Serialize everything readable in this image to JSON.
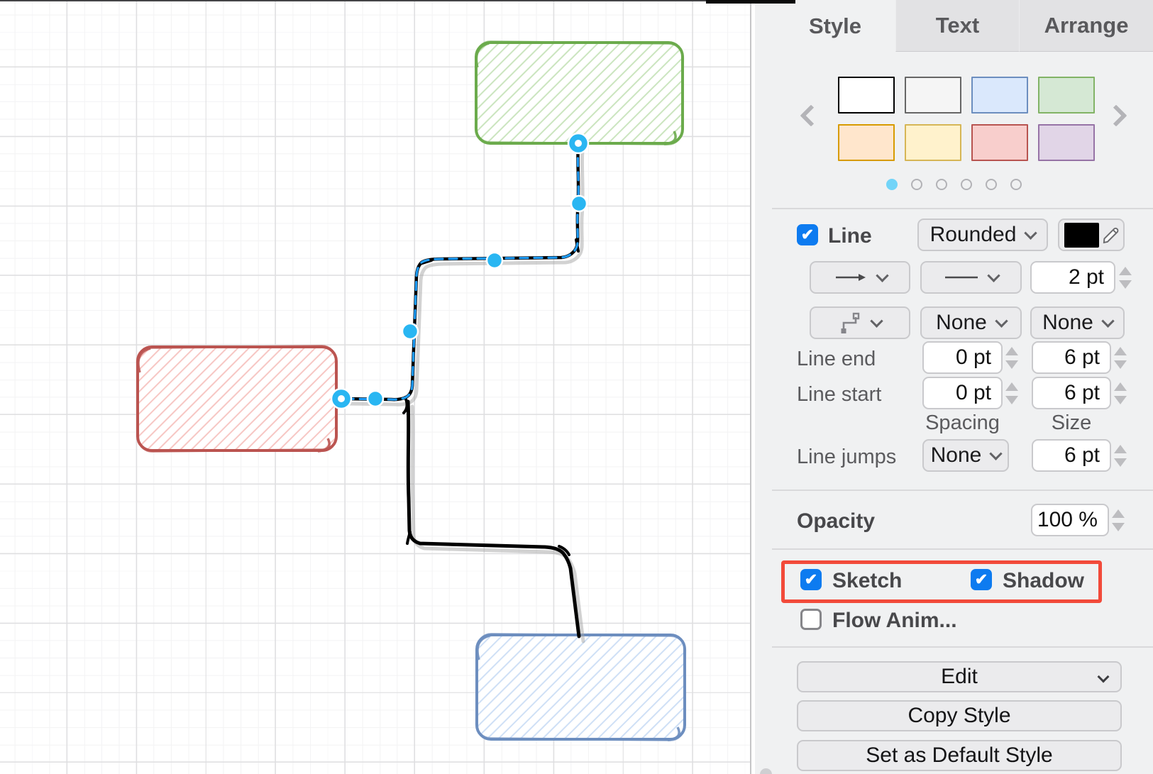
{
  "canvas": {
    "nodes": {
      "green": {
        "stroke": "#6cab4c",
        "hatch": "#cbe5bf"
      },
      "red": {
        "stroke": "#bb5451",
        "hatch": "#f7c7c4"
      },
      "blue": {
        "stroke": "#6d8ebf",
        "hatch": "#cfe0f6"
      }
    },
    "edge": {
      "color": "#000000",
      "shadow": "#a6a6a6"
    },
    "selection": {
      "dash": "#1e9bf5",
      "handle": "#29b6f2"
    }
  },
  "panel": {
    "tabs": [
      {
        "label": "Style",
        "active": true
      },
      {
        "label": "Text",
        "active": false
      },
      {
        "label": "Arrange",
        "active": false
      }
    ],
    "presets": {
      "swatches": [
        {
          "fill": "#ffffff",
          "stroke": "#000000"
        },
        {
          "fill": "#f5f5f5",
          "stroke": "#666666"
        },
        {
          "fill": "#dae8fc",
          "stroke": "#6c8ebf"
        },
        {
          "fill": "#d5e8d4",
          "stroke": "#82b366"
        },
        {
          "fill": "#ffe6cc",
          "stroke": "#d79b00"
        },
        {
          "fill": "#fff2cc",
          "stroke": "#d6b656"
        },
        {
          "fill": "#f8cecc",
          "stroke": "#b85450"
        },
        {
          "fill": "#e1d5e7",
          "stroke": "#9673a6"
        }
      ],
      "pages": 6,
      "active_page": 0
    },
    "line": {
      "label": "Line",
      "checked": true,
      "style": "Rounded",
      "color": "#000000",
      "width": "2 pt",
      "none_a": "None",
      "none_b": "None"
    },
    "line_end": {
      "label": "Line end",
      "spacing": "0 pt",
      "size": "6 pt"
    },
    "line_start": {
      "label": "Line start",
      "spacing": "0 pt",
      "size": "6 pt"
    },
    "columns": {
      "spacing": "Spacing",
      "size": "Size"
    },
    "line_jumps": {
      "label": "Line jumps",
      "value": "None",
      "size": "6 pt"
    },
    "opacity": {
      "label": "Opacity",
      "value": "100 %"
    },
    "toggles": {
      "sketch": {
        "label": "Sketch",
        "checked": true
      },
      "shadow": {
        "label": "Shadow",
        "checked": true
      },
      "flow_anim": {
        "label": "Flow Anim...",
        "checked": false
      },
      "highlight_color": "#f24a3a"
    },
    "actions": {
      "edit": "Edit",
      "copy_style": "Copy Style",
      "set_default": "Set as Default Style"
    }
  }
}
